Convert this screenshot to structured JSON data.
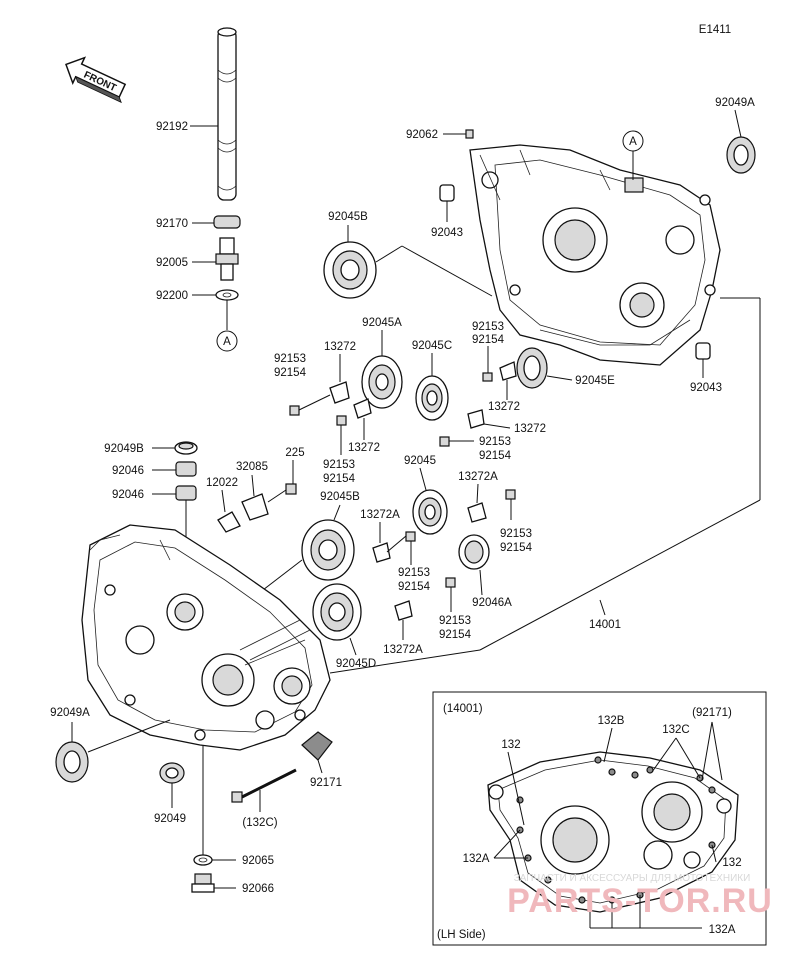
{
  "diagram_code": "E1411",
  "front_label": "FRONT",
  "inset": {
    "title": "(14001)",
    "subtitle": "(92171)",
    "side_label": "(LH Side)",
    "labels": [
      "132B",
      "132",
      "132C",
      "132A",
      "132",
      "132A"
    ]
  },
  "watermark": {
    "text": "PARTS-TOR.RU",
    "subtext": "ЗАПЧАСТИ И АКСЕССУАРЫ ДЛЯ МОТОТЕХНИКИ"
  },
  "part_labels": [
    "92192",
    "92170",
    "92005",
    "92200",
    "A",
    "92062",
    "A",
    "92049A",
    "92043",
    "92045B",
    "92045A",
    "92153",
    "92154",
    "92045C",
    "92153",
    "92154",
    "13272",
    "92045E",
    "92043",
    "13272",
    "13272",
    "92153",
    "92154",
    "92153",
    "92154",
    "92049B",
    "92046",
    "92046",
    "12022",
    "32085",
    "225",
    "92045",
    "13272A",
    "92045B",
    "13272A",
    "92153",
    "92154",
    "92153",
    "92154",
    "92046A",
    "92153",
    "92154",
    "13272A",
    "92045D",
    "14001",
    "92049A",
    "92049",
    "92171",
    "(132C)",
    "92065",
    "92066"
  ]
}
